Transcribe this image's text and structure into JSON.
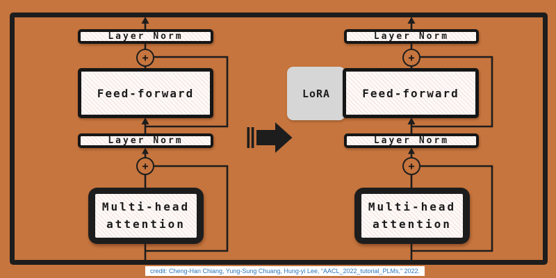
{
  "colors": {
    "background": "#c6753e",
    "ink": "#1d1d1d",
    "box_fill": "#fdfaf8",
    "hatch": "#de988e",
    "lora_fill": "#d6d6d6",
    "credit_text": "#2e75b6",
    "credit_background": "#ffffff"
  },
  "diagram": {
    "sum_symbol": "+",
    "left": {
      "layer_norm_top": "Layer Norm",
      "feed_forward": "Feed-forward",
      "layer_norm_bottom": "Layer Norm",
      "attention_line1": "Multi-head",
      "attention_line2": "attention"
    },
    "right": {
      "lora": "LoRA",
      "layer_norm_top": "Layer Norm",
      "feed_forward": "Feed-forward",
      "layer_norm_bottom": "Layer Norm",
      "attention_line1": "Multi-head",
      "attention_line2": "attention"
    }
  },
  "credit": {
    "text": "credit: Cheng-Han Chiang, Yung-Sung Chuang, Hung-yi Lee, “AACL_2022_tutorial_PLMs,” 2022."
  }
}
